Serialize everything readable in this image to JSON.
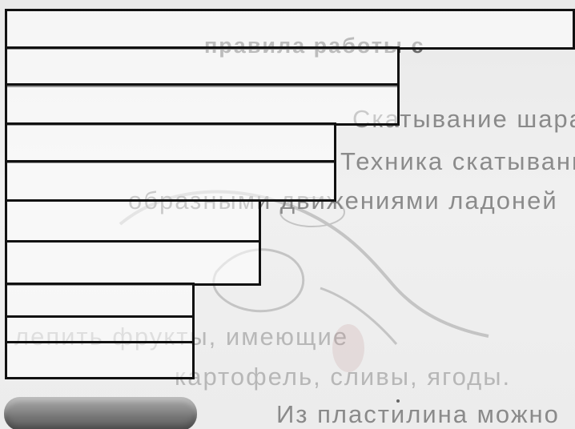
{
  "page": {
    "background_color": "#ebebeb",
    "box_border_color": "#111111"
  },
  "text": {
    "line1": "правила работы с",
    "line2": "Скатывание шара на плоскости.",
    "line3": "Техника скатывания шара: слой",
    "line4": "образными движениями ладоней",
    "line5": "лепить фрукты, имеющие",
    "line6": "картофель, сливы, ягоды.",
    "line7": "Из пластилина можно"
  },
  "boxes": [
    {
      "name": "box-1"
    },
    {
      "name": "box-2"
    },
    {
      "name": "box-3"
    },
    {
      "name": "box-4"
    },
    {
      "name": "box-5"
    },
    {
      "name": "box-6"
    },
    {
      "name": "box-7"
    },
    {
      "name": "box-8"
    },
    {
      "name": "box-9"
    },
    {
      "name": "box-10"
    }
  ],
  "image": {
    "plasticine_icon": "plasticine-roll-icon",
    "sketch_icon": "hand-sketch-icon"
  }
}
